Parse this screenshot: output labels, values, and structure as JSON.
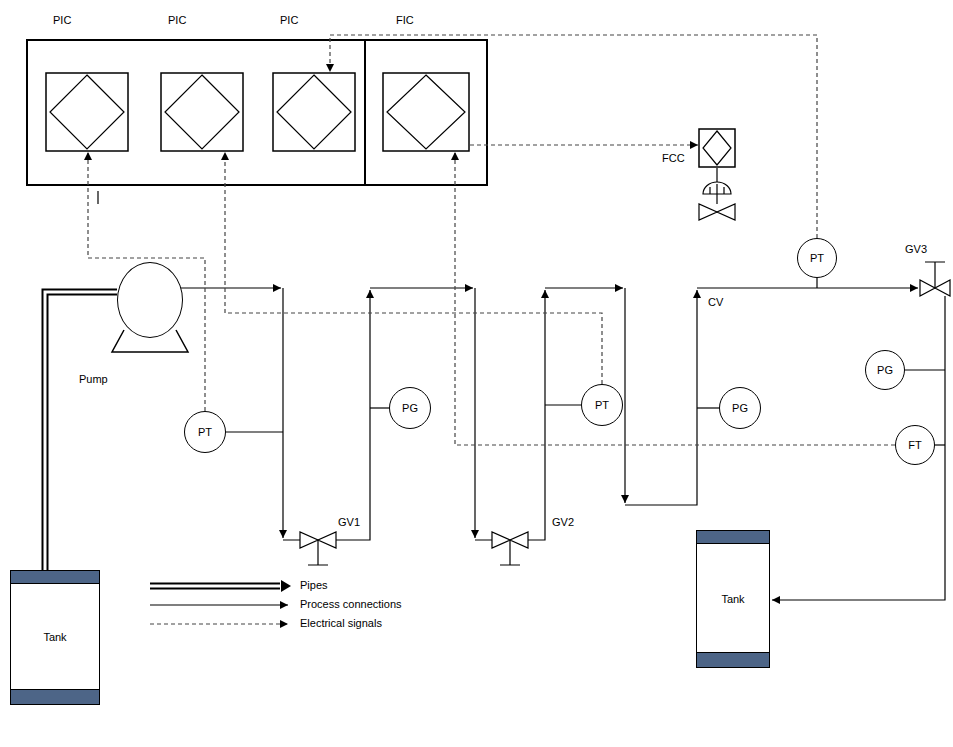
{
  "diagram": {
    "nodes": [
      {
        "text": [
          "PIC"
        ]
      },
      {
        "text": [
          "PIC"
        ]
      },
      {
        "text": [
          "PIC"
        ]
      },
      {
        "text": [
          "FIC"
        ]
      },
      {
        "text": [
          "FCC"
        ]
      },
      {
        "text": [
          "PT"
        ]
      },
      {
        "text": [
          "Pump"
        ]
      },
      {
        "text": [
          "PT"
        ]
      },
      {
        "text": [
          "PG"
        ]
      },
      {
        "text": [
          "PT"
        ]
      },
      {
        "text": [
          "PG"
        ]
      },
      {
        "text": [
          "PG"
        ]
      },
      {
        "text": [
          "FT"
        ]
      },
      {
        "text": [
          "Tank"
        ]
      },
      {
        "text": [
          "Tank"
        ]
      }
    ],
    "edges": [
      {
        "from": 13,
        "to": 6,
        "arrow": "none"
      },
      {
        "from": 7,
        "to": 0,
        "arrow": "to"
      },
      {
        "from": 9,
        "to": 1,
        "arrow": "to"
      },
      {
        "from": 5,
        "to": 2,
        "arrow": "to"
      },
      {
        "from": 12,
        "to": 3,
        "arrow": "to"
      },
      {
        "from": 3,
        "to": 4,
        "arrow": "to"
      }
    ],
    "labels": [
      "GV3",
      "CV",
      "GV1",
      "GV2"
    ],
    "legend": [
      {
        "text": "Pipes"
      },
      {
        "text": "Process connections"
      },
      {
        "text": "Electrical signals"
      }
    ]
  }
}
